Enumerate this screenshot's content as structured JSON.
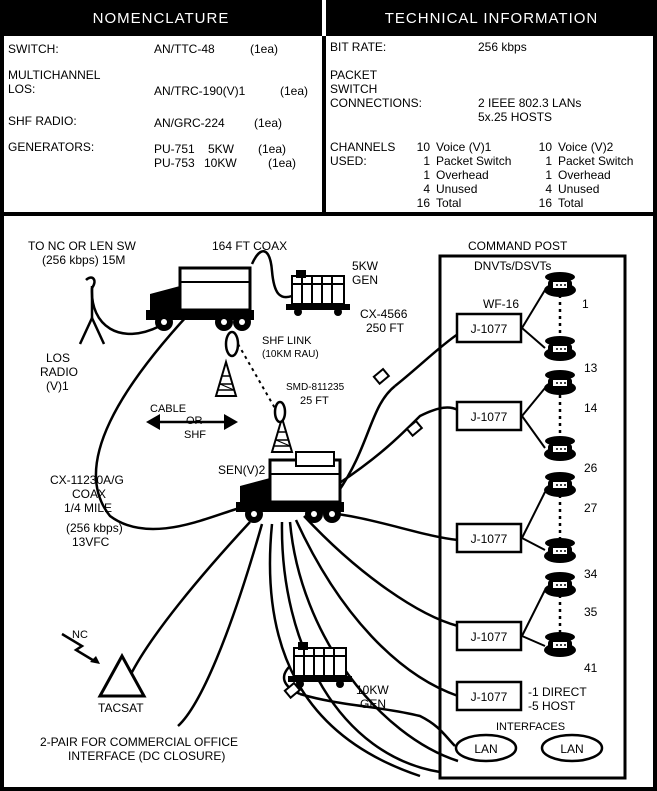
{
  "header": {
    "left_title": "NOMENCLATURE",
    "right_title": "TECHNICAL INFORMATION"
  },
  "nomenclature": {
    "switch_label": "SWITCH:",
    "switch_value": "AN/TTC-48",
    "switch_qty": "(1ea)",
    "los_label_1": "MULTICHANNEL",
    "los_label_2": "LOS:",
    "los_value": "AN/TRC-190(V)1",
    "los_qty": "(1ea)",
    "shf_label": "SHF RADIO:",
    "shf_value": "AN/GRC-224",
    "shf_qty": "(1ea)",
    "gen_label": "GENERATORS:",
    "gen1_model": "PU-751",
    "gen1_power": "5KW",
    "gen1_qty": "(1ea)",
    "gen2_model": "PU-753",
    "gen2_power": "10KW",
    "gen2_qty": "(1ea)"
  },
  "technical": {
    "bitrate_label": "BIT RATE:",
    "bitrate_value": "256 kbps",
    "packet_label_1": "PACKET",
    "packet_label_2": "SWITCH",
    "packet_label_3": "CONNECTIONS:",
    "packet_value_1": "2 IEEE 802.3 LANs",
    "packet_value_2": "5x.25 HOSTS",
    "channels_label_1": "CHANNELS",
    "channels_label_2": "USED:",
    "col1": [
      {
        "n": "10",
        "t": "Voice (V)1"
      },
      {
        "n": "1",
        "t": "Packet Switch"
      },
      {
        "n": "1",
        "t": "Overhead"
      },
      {
        "n": "4",
        "t": "Unused"
      },
      {
        "n": "16",
        "t": "Total"
      }
    ],
    "col2": [
      {
        "n": "10",
        "t": "Voice (V)2"
      },
      {
        "n": "1",
        "t": "Packet Switch"
      },
      {
        "n": "1",
        "t": "Overhead"
      },
      {
        "n": "4",
        "t": "Unused"
      },
      {
        "n": "16",
        "t": "Total"
      }
    ]
  },
  "diagram": {
    "to_nc_1": "TO NC OR LEN SW",
    "to_nc_2": "(256 kbps) 15M",
    "coax_164": "164 FT COAX",
    "gen5_1": "5KW",
    "gen5_2": "GEN",
    "command_post": "COMMAND POST",
    "dnvt": "DNVTs/DSVTs",
    "wf16": "WF-16",
    "cx4566_1": "CX-4566",
    "cx4566_2": "250 FT",
    "shf_link_1": "SHF LINK",
    "shf_link_2": "(10KM RAU)",
    "smd_1": "SMD-811235",
    "smd_2": "25 FT",
    "los_radio_1": "LOS",
    "los_radio_2": "RADIO",
    "los_radio_3": "(V)1",
    "cable_1": "CABLE",
    "cable_2": "OR",
    "cable_3": "SHF",
    "sen": "SEN(V)2",
    "cx11230_1": "CX-11230A/G",
    "cx11230_2": "COAX",
    "cx11230_3": "1/4 MILE",
    "cx11230_4": "(256 kbps)",
    "cx11230_5": "13VFC",
    "nc": "NC",
    "tacsat": "TACSAT",
    "gen10_1": "10KW",
    "gen10_2": "GEN",
    "commercial_1": "2-PAIR FOR COMMERCIAL OFFICE",
    "commercial_2": "INTERFACE (DC CLOSURE)",
    "j1077": "J-1077",
    "direct": "-1 DIRECT",
    "host": "-5 HOST",
    "interfaces": "INTERFACES",
    "lan": "LAN",
    "phone_numbers": [
      "1",
      "13",
      "14",
      "26",
      "27",
      "34",
      "35",
      "41"
    ]
  }
}
